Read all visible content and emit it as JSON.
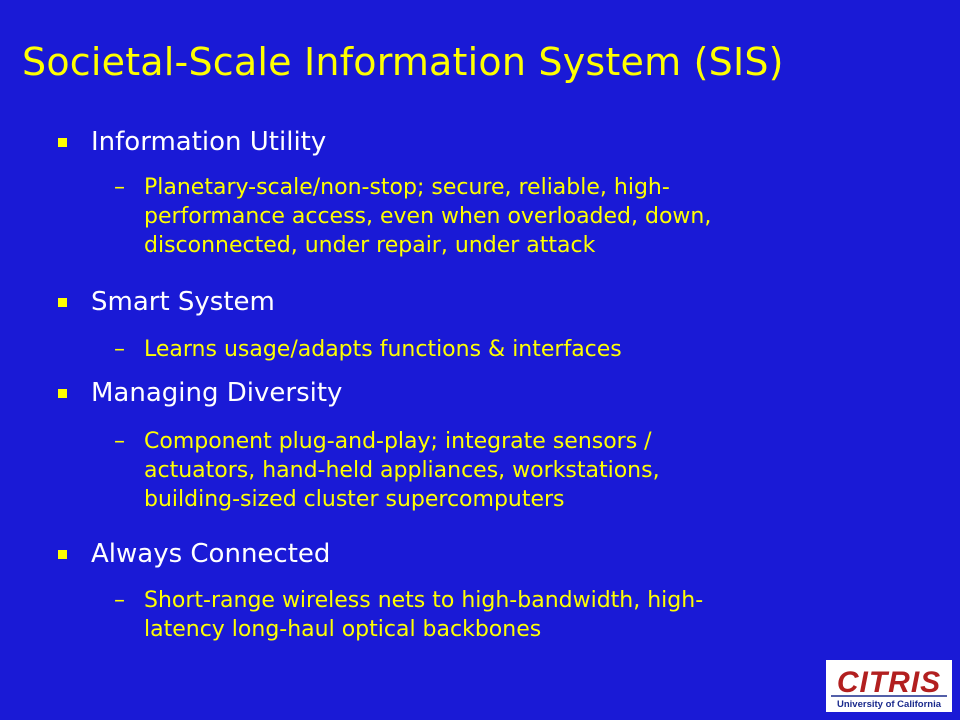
{
  "title": "Societal-Scale Information System (SIS)",
  "bullets": [
    {
      "label": "Information Utility",
      "sub": [
        "Planetary-scale/non-stop; secure, reliable, high-",
        "performance access, even when overloaded, down,",
        "disconnected, under repair, under attack"
      ]
    },
    {
      "label": "Smart System",
      "sub": [
        "Learns usage/adapts functions & interfaces"
      ]
    },
    {
      "label": "Managing Diversity",
      "sub": [
        "Component plug-and-play; integrate sensors /",
        "actuators, hand-held appliances, workstations,",
        "building-sized cluster supercomputers"
      ]
    },
    {
      "label": "Always Connected",
      "sub": [
        "Short-range wireless nets to high-bandwidth, high-",
        "latency long-haul optical backbones"
      ]
    }
  ],
  "sub_marker": "–",
  "logo": {
    "name": "CITRIS",
    "tagline": "University of California"
  },
  "colors": {
    "background": "#1a1ad6",
    "title": "#ffff00",
    "bullet_text": "#ffffff",
    "sub_text": "#ffff00",
    "logo_red": "#b21f1f",
    "logo_blue": "#1a2a8c"
  }
}
